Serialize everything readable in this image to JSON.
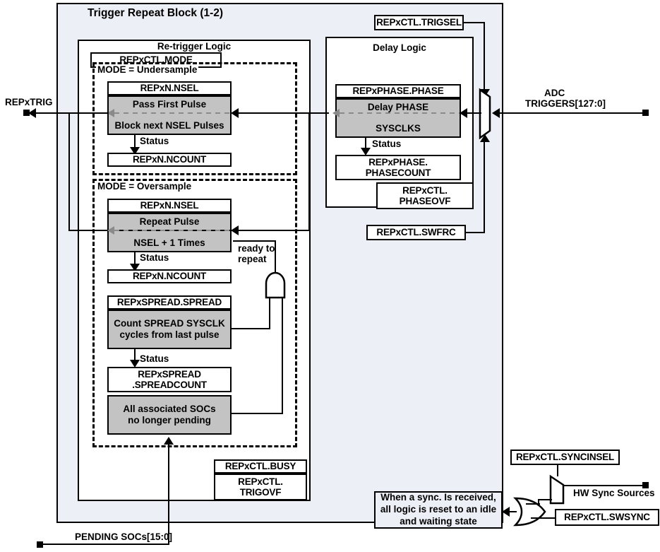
{
  "diagram": {
    "title": "Trigger Repeat Block (1-2)",
    "blocks": {
      "retrigger_title": "Re-trigger Logic",
      "delay_title": "Delay Logic",
      "mode_reg": "REPxCTL.MODE",
      "undersample_label": "MODE = Undersample",
      "oversample_label": "MODE = Oversample"
    },
    "undersample": {
      "nsel_reg": "REPxN.NSEL",
      "action_top": "Pass First Pulse",
      "action_bottom": "Block next NSEL Pulses",
      "status_label": "Status",
      "count_reg": "REPxN.NCOUNT"
    },
    "oversample": {
      "nsel_reg": "REPxN.NSEL",
      "action_top": "Repeat Pulse",
      "action_bottom": "NSEL + 1 Times",
      "status_label": "Status",
      "count_reg": "REPxN.NCOUNT",
      "ready_label_line1": "ready to",
      "ready_label_line2": "repeat",
      "spread_reg": "REPxSPREAD.SPREAD",
      "spread_action_line1": "Count SPREAD SYSCLK",
      "spread_action_line2": "cycles from last pulse",
      "spread_status_label": "Status",
      "spreadcount_reg_line1": "REPxSPREAD",
      "spreadcount_reg_line2": ".SPREADCOUNT",
      "socs_line1": "All associated SOCs",
      "socs_line2": "no longer pending"
    },
    "delay": {
      "phase_reg": "REPxPHASE.PHASE",
      "action_top": "Delay PHASE",
      "action_bottom": "SYSCLKS",
      "status_label": "Status",
      "phasecount_reg_line1": "REPxPHASE.",
      "phasecount_reg_line2": "PHASECOUNT",
      "phaseovf_reg_line1": "REPxCTL.",
      "phaseovf_reg_line2": "PHASEOVF"
    },
    "status_regs": {
      "busy": "REPxCTL.BUSY",
      "trigovf_line1": "REPxCTL.",
      "trigovf_line2": "TRIGOVF"
    },
    "controls": {
      "trigsel": "REPxCTL.TRIGSEL",
      "swfrc": "REPxCTL.SWFRC",
      "syncinsel": "REPxCTL.SYNCINSEL",
      "swsync": "REPxCTL.SWSYNC"
    },
    "signals": {
      "repxtrig": "REPxTRIG",
      "adc_triggers_line1": "ADC",
      "adc_triggers_line2": "TRIGGERS[127:0]",
      "pending_socs": "PENDING SOCs[15:0]",
      "hw_sync_sources": "HW Sync Sources"
    },
    "sync_note": {
      "line1": "When a sync. Is received,",
      "line2": "all logic is reset to an idle",
      "line3": "and waiting state"
    },
    "colors": {
      "block_fill": "#eceff5",
      "action_fill": "#c3c3c3",
      "line": "#000000",
      "dashed_signal": "#8a8a8a"
    }
  }
}
